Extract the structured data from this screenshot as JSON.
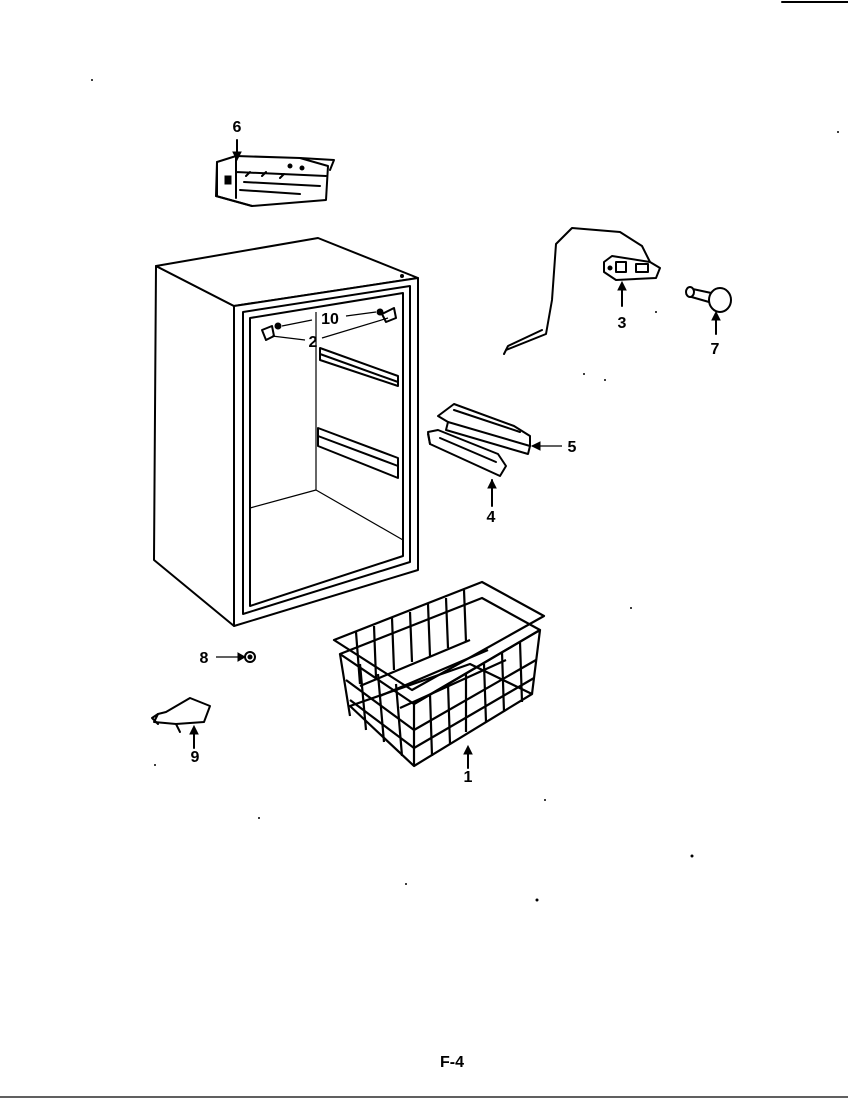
{
  "callouts": [
    {
      "id": "basket",
      "label": "1"
    },
    {
      "id": "shelf-clip",
      "label": "2"
    },
    {
      "id": "thermostat",
      "label": "3"
    },
    {
      "id": "shelf-rail-left",
      "label": "4"
    },
    {
      "id": "shelf-rail-right",
      "label": "5"
    },
    {
      "id": "evaporator-bracket",
      "label": "6"
    },
    {
      "id": "control-knob",
      "label": "7"
    },
    {
      "id": "leg-screw",
      "label": "8"
    },
    {
      "id": "leveling-foot",
      "label": "9"
    },
    {
      "id": "clip-screw",
      "label": "10"
    }
  ],
  "page_code": "F-4"
}
